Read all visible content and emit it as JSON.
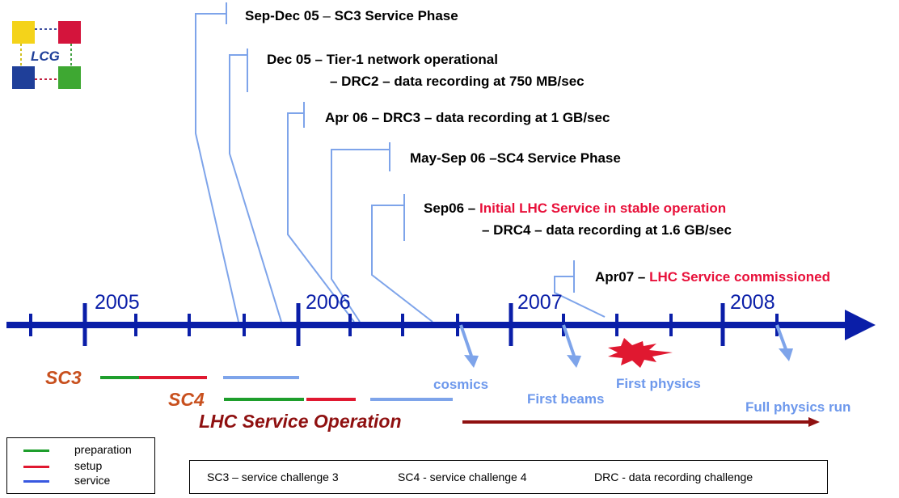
{
  "logo": {
    "text": "LCG",
    "colors": {
      "top_left": "#f4d31a",
      "top_right": "#d4143c",
      "bottom_left": "#1f3f99",
      "bottom_right": "#3ea832"
    }
  },
  "timeline": {
    "years": [
      "2005",
      "2006",
      "2007",
      "2008"
    ],
    "axis_color": "#0a1ea8",
    "connector_color": "#7ea4ea"
  },
  "events": [
    {
      "date": "Sep-Dec 05",
      "sep": " – ",
      "text": "SC3 Service Phase"
    },
    {
      "line1": "Dec 05 – Tier-1 network operational",
      "line2": "– DRC2 – data recording at 750 MB/sec"
    },
    {
      "text": "Apr 06 – DRC3 – data recording at 1 GB/sec"
    },
    {
      "text": "May-Sep 06 –SC4 Service Phase"
    },
    {
      "prefix": "Sep06 – ",
      "highlight": "Initial LHC Service in stable operation",
      "line2": "– DRC4 – data recording at 1.6 GB/sec"
    },
    {
      "prefix": "Apr07 – ",
      "highlight": "LHC Service commissioned"
    }
  ],
  "milestones": {
    "cosmics": "cosmics",
    "first_beams": "First beams",
    "first_physics": "First physics",
    "full_physics_run": "Full physics run"
  },
  "programmes": {
    "sc3": "SC3",
    "sc4": "SC4",
    "lhc": "LHC Service Operation"
  },
  "legend": {
    "items": [
      {
        "label": "preparation",
        "color": "#1e9e2c"
      },
      {
        "label": "setup",
        "color": "#e01830"
      },
      {
        "label": "service",
        "color": "#3858e0"
      }
    ]
  },
  "footer": {
    "sc3": "SC3 – service challenge 3",
    "sc4": "SC4 - service challenge 4",
    "drc": "DRC - data recording challenge"
  },
  "colors": {
    "preparation": "#1e9e2c",
    "setup": "#e01830",
    "service_bar": "#7ea4ea",
    "lhc_bar": "#8f1010",
    "burst": "#e01830"
  }
}
